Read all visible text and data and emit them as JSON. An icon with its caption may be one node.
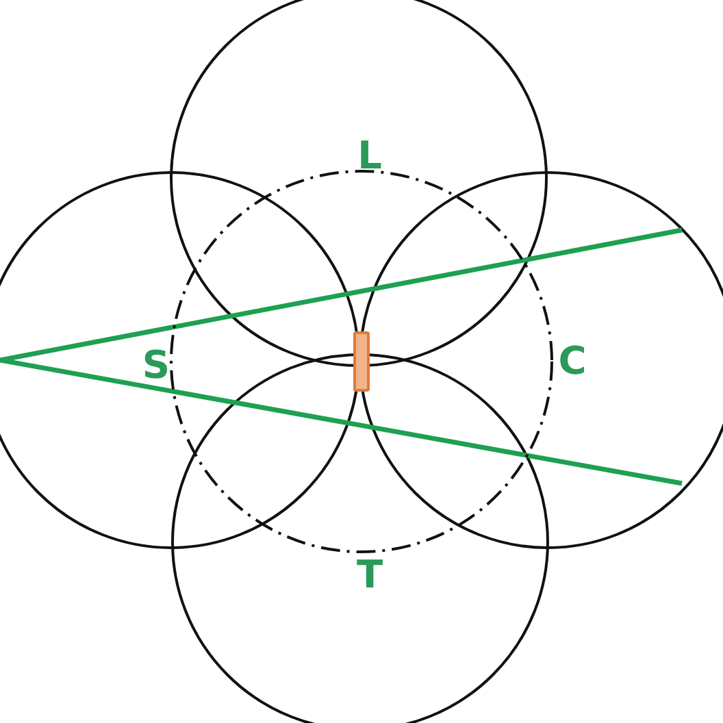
{
  "diagram": {
    "nodes": [
      {
        "text": [
          "L"
        ]
      },
      {
        "text": [
          "S"
        ]
      },
      {
        "text": [
          "C"
        ]
      },
      {
        "text": [
          "T"
        ]
      },
      {
        "text": [],
        "shape": "circle"
      },
      {
        "text": [],
        "shape": "bar",
        "in": 4
      }
    ]
  }
}
